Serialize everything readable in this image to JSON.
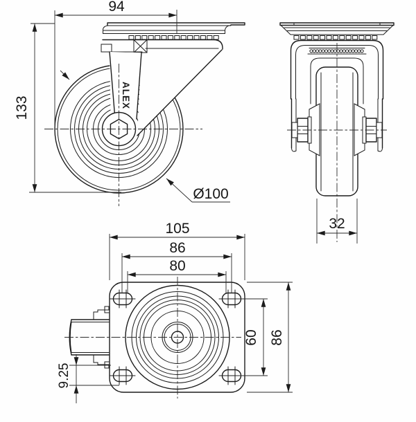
{
  "drawing": {
    "brand": "ALEX",
    "front_view": {
      "dim_top_width": "94",
      "dim_height": "133",
      "dim_wheel_diameter": "Ø100"
    },
    "side_view": {
      "dim_wheel_width": "32"
    },
    "plate_view": {
      "dim_plate_width": "105",
      "dim_bolt_span_outer": "86",
      "dim_bolt_span_inner": "80",
      "dim_bolt_span_vertical": "60",
      "dim_plate_height": "86",
      "dim_offset": "9.25"
    }
  }
}
